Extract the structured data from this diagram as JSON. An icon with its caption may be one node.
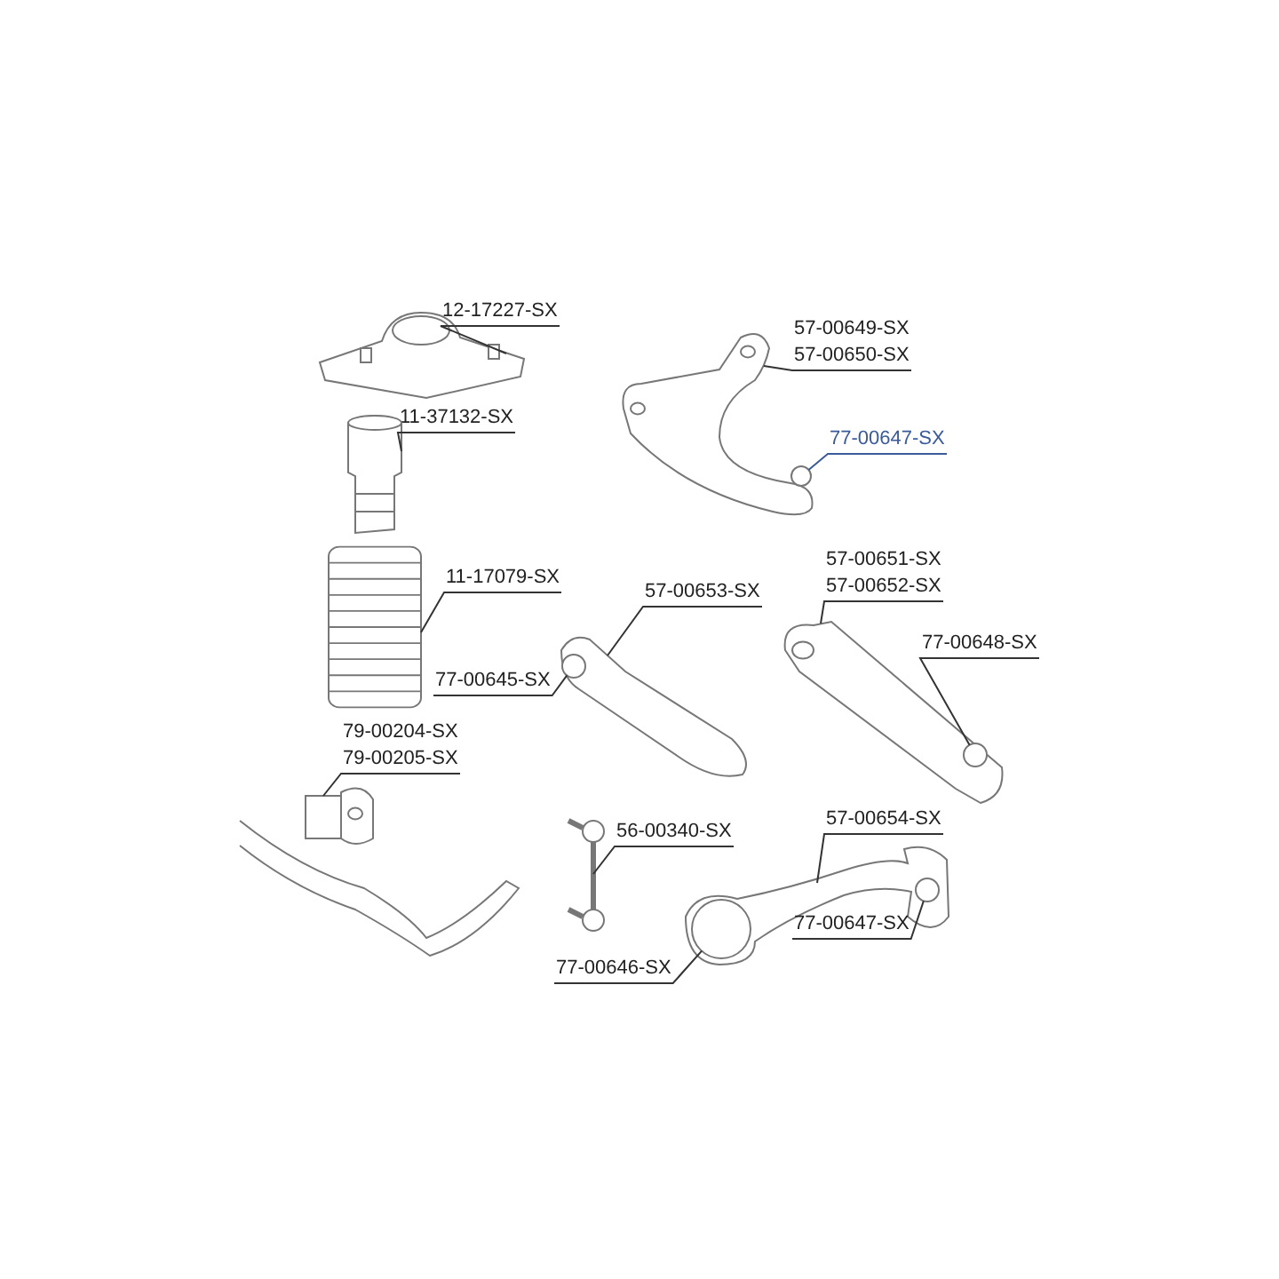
{
  "diagram": {
    "nodes": [
      {
        "text": [
          "12-17227-SX"
        ]
      },
      {
        "text": [],
        "shape": "picture"
      },
      {
        "text": [
          "57-00649-SX",
          "57-00650-SX"
        ]
      },
      {
        "text": [],
        "shape": "picture"
      },
      {
        "text": [
          "77-00647-SX"
        ]
      },
      {
        "text": [],
        "shape": "circle",
        "in": 3
      },
      {
        "text": [
          "11-37132-SX"
        ]
      },
      {
        "text": [],
        "shape": "picture"
      },
      {
        "text": [
          "11-17079-SX"
        ]
      },
      {
        "text": [],
        "shape": "picture"
      },
      {
        "text": [
          "79-00204-SX",
          "79-00205-SX"
        ]
      },
      {
        "text": [],
        "shape": "picture"
      },
      {
        "text": [
          "57-00651-SX",
          "57-00652-SX"
        ]
      },
      {
        "text": [],
        "shape": "picture"
      },
      {
        "text": [
          "57-00653-SX"
        ]
      },
      {
        "text": [],
        "shape": "picture"
      },
      {
        "text": [
          "77-00648-SX"
        ]
      },
      {
        "text": [],
        "shape": "circle",
        "in": 13
      },
      {
        "text": [
          "77-00645-SX"
        ]
      },
      {
        "text": [],
        "shape": "circle",
        "in": 15
      },
      {
        "text": [
          "56-00340-SX"
        ]
      },
      {
        "text": [],
        "shape": "picture"
      },
      {
        "text": [
          "57-00654-SX"
        ]
      },
      {
        "text": [],
        "shape": "picture"
      },
      {
        "text": [
          "77-00647-SX"
        ]
      },
      {
        "text": [],
        "shape": "circle",
        "in": 23
      },
      {
        "text": [
          "77-00646-SX"
        ]
      },
      {
        "text": [],
        "shape": "circle",
        "in": 23
      }
    ],
    "edges": [
      {
        "from": 0,
        "to": 1,
        "arrow": "none"
      },
      {
        "from": 2,
        "to": 3,
        "arrow": "none"
      },
      {
        "from": 4,
        "to": 5,
        "arrow": "none",
        "color": "#3a5a9a"
      },
      {
        "from": 6,
        "to": 7,
        "arrow": "none"
      },
      {
        "from": 8,
        "to": 9,
        "arrow": "none"
      },
      {
        "from": 10,
        "to": 11,
        "arrow": "none"
      },
      {
        "from": 12,
        "to": 13,
        "arrow": "none"
      },
      {
        "from": 14,
        "to": 15,
        "arrow": "none"
      },
      {
        "from": 16,
        "to": 17,
        "arrow": "none"
      },
      {
        "from": 18,
        "to": 19,
        "arrow": "none"
      },
      {
        "from": 20,
        "to": 21,
        "arrow": "none"
      },
      {
        "from": 22,
        "to": 23,
        "arrow": "none"
      },
      {
        "from": 24,
        "to": 25,
        "arrow": "none"
      },
      {
        "from": 26,
        "to": 27,
        "arrow": "none"
      }
    ]
  }
}
